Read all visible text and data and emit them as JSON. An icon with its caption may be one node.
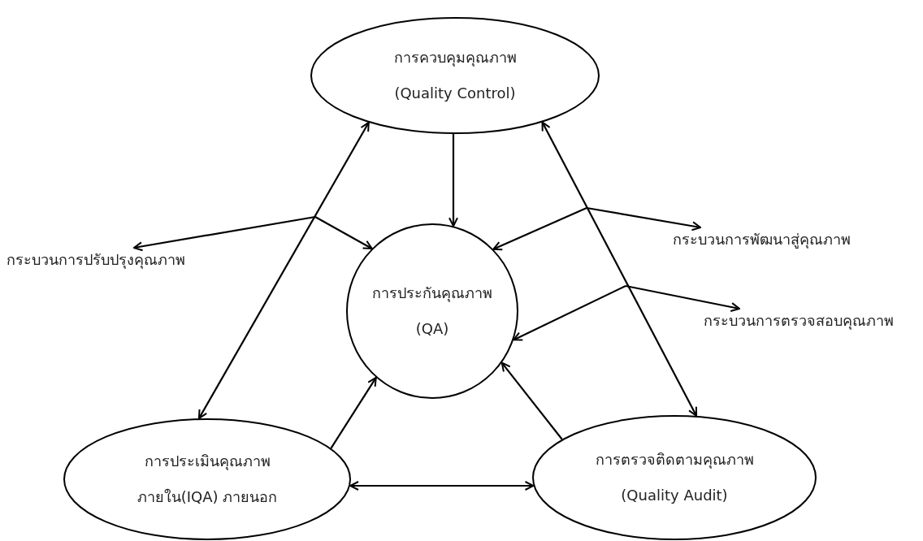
{
  "diagram": {
    "nodes": [
      {
        "text": [
          "การควบคุมคุณภาพ",
          "(Quality Control)"
        ]
      },
      {
        "text": [
          "การประกันคุณภาพ",
          "(QA)"
        ]
      },
      {
        "text": [
          "การประเมินคุณภาพ",
          "ภายใน(IQA) ภายนอก"
        ]
      },
      {
        "text": [
          "การตรวจติดตามคุณภาพ",
          "(Quality Audit)"
        ]
      },
      {
        "text": [
          "กระบวนการปรับปรุงคุณภาพ"
        ]
      },
      {
        "text": [
          "กระบวนการพัฒนาสู่คุณภาพ"
        ]
      },
      {
        "text": [
          "กระบวนการตรวจสอบคุณภาพ"
        ]
      }
    ],
    "edges": [
      {
        "from": 0,
        "to": 1,
        "arrow": "to"
      },
      {
        "from": 0,
        "to": 2,
        "arrow": "both"
      },
      {
        "from": 0,
        "to": 3,
        "arrow": "both"
      },
      {
        "from": 2,
        "to": 3,
        "arrow": "both"
      },
      {
        "from": 2,
        "to": 1,
        "arrow": "to"
      },
      {
        "from": 3,
        "to": 1,
        "arrow": "to"
      },
      {
        "from": null,
        "to": 4,
        "arrow": "to"
      },
      {
        "from": null,
        "to": 1,
        "arrow": "to"
      },
      {
        "from": null,
        "to": 1,
        "arrow": "to"
      },
      {
        "from": null,
        "to": 5,
        "arrow": "to"
      },
      {
        "from": null,
        "to": 1,
        "arrow": "to"
      },
      {
        "from": null,
        "to": 6,
        "arrow": "to"
      }
    ]
  }
}
